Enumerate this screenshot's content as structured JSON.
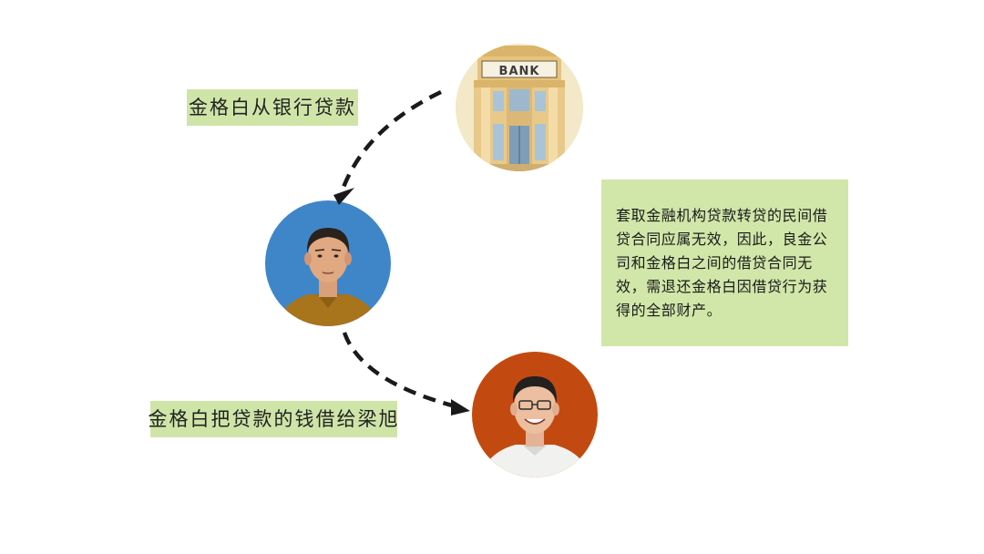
{
  "labels": {
    "bank_loan": "金格白从银行贷款",
    "lend_money": "金格白把贷款的钱借给梁旭"
  },
  "bank_sign": "BANK",
  "note": "套取金融机构贷款转贷的民间借贷合同应属无效，因此，良金公司和金格白之间的借贷合同无效，需退还金格白因借贷行为获得的全部财产。",
  "colors": {
    "label_bg": "#cfe5a8",
    "person1_bg": "#3f86c8",
    "person2_bg": "#c24a10",
    "bank_bg": "#f3e8c8",
    "arrow": "#1a1a1a"
  }
}
